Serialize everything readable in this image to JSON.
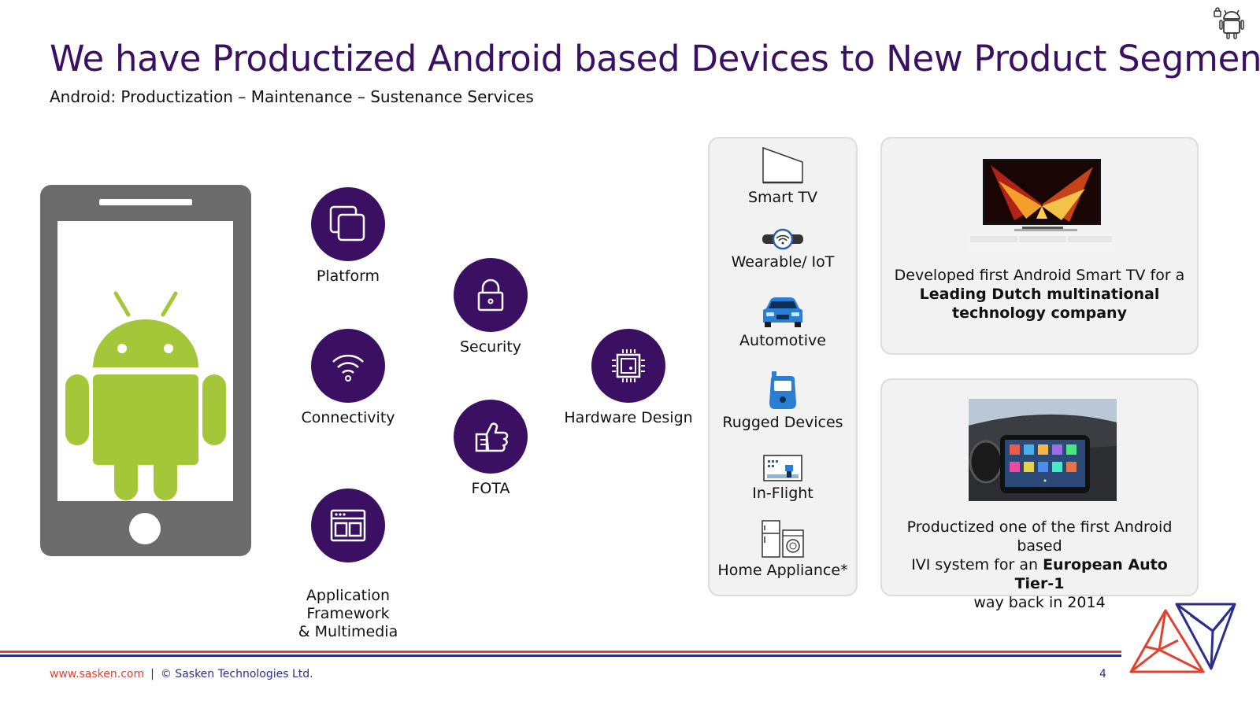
{
  "slide": {
    "title": "We have Productized Android based Devices to New Product Segments",
    "subtitle": "Android: Productization – Maintenance – Sustenance Services"
  },
  "features": [
    {
      "label": "Platform",
      "icon": "platform-icon"
    },
    {
      "label": "Connectivity",
      "icon": "wifi-icon"
    },
    {
      "label": "Application Framework\n& Multimedia",
      "icon": "app-window-icon"
    },
    {
      "label": "Security",
      "icon": "lock-icon"
    },
    {
      "label": "FOTA",
      "icon": "thumbs-up-icon"
    },
    {
      "label": "Hardware Design",
      "icon": "chip-icon"
    }
  ],
  "segments": [
    {
      "label": "Smart TV",
      "icon": "tv-icon"
    },
    {
      "label": "Wearable/ IoT",
      "icon": "smartwatch-icon"
    },
    {
      "label": "Automotive",
      "icon": "car-icon"
    },
    {
      "label": "Rugged Devices",
      "icon": "rugged-device-icon"
    },
    {
      "label": "In-Flight",
      "icon": "in-flight-icon"
    },
    {
      "label": "Home Appliance*",
      "icon": "home-appliance-icon"
    }
  ],
  "cards": {
    "tv": {
      "line1": "Developed first Android Smart TV for a",
      "bold": "Leading Dutch multinational technology company"
    },
    "ivi": {
      "line1": "Productized one of the first Android based",
      "pre": "IVI system for an ",
      "bold": "European Auto Tier-1",
      "line3": "way back in 2014"
    }
  },
  "footer": {
    "url": "www.sasken.com",
    "separator": "|",
    "copyright": "© Sasken Technologies Ltd.",
    "page_number": "4"
  },
  "colors": {
    "brand_purple": "#3b1062",
    "android_green": "#a4c639",
    "accent_red": "#e0422f",
    "accent_navy": "#2b2f8a"
  }
}
